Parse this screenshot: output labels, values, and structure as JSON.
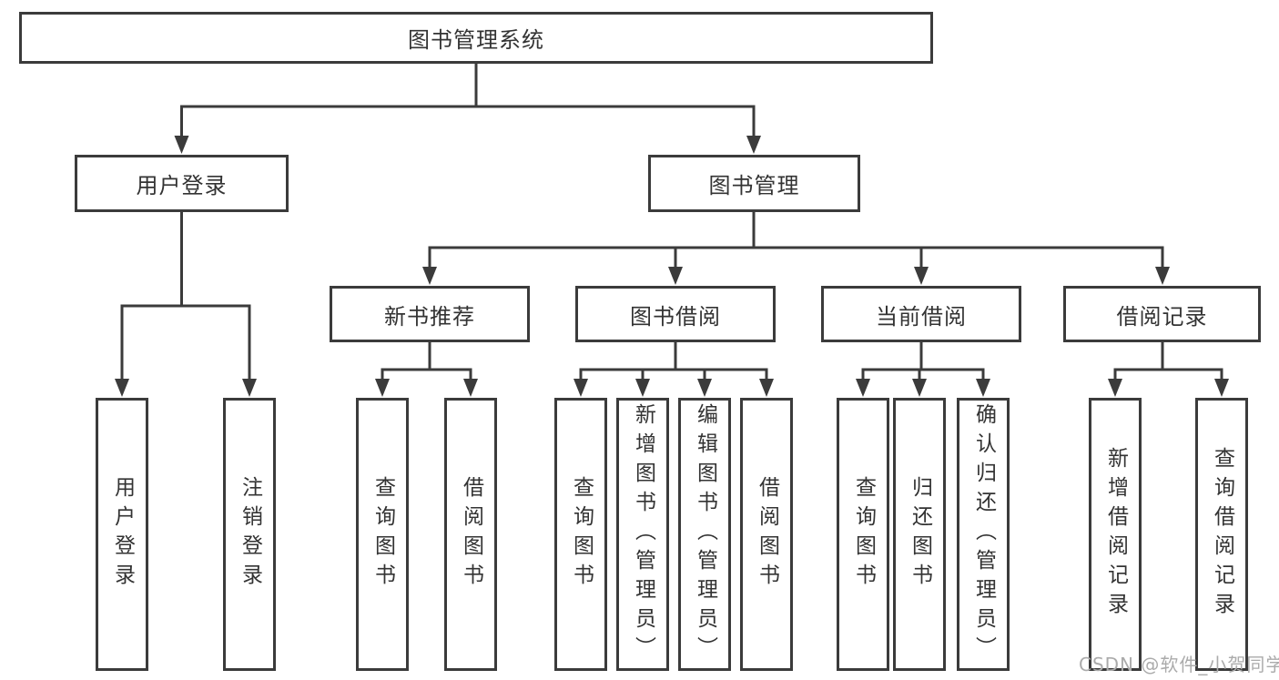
{
  "tree": {
    "root": {
      "label": "图书管理系统"
    },
    "user_login": {
      "label": "用户登录",
      "children": [
        {
          "label": "用户登录"
        },
        {
          "label": "注销登录"
        }
      ]
    },
    "book_mgmt": {
      "label": "图书管理",
      "sections": [
        {
          "label": "新书推荐",
          "children": [
            {
              "label": "查询图书"
            },
            {
              "label": "借阅图书"
            }
          ]
        },
        {
          "label": "图书借阅",
          "children": [
            {
              "label": "查询图书"
            },
            {
              "label": "新增图书（管理员）"
            },
            {
              "label": "编辑图书（管理员）"
            },
            {
              "label": "借阅图书"
            }
          ]
        },
        {
          "label": "当前借阅",
          "children": [
            {
              "label": "查询图书"
            },
            {
              "label": "归还图书"
            },
            {
              "label": "确认归还（管理员）"
            }
          ]
        },
        {
          "label": "借阅记录",
          "children": [
            {
              "label": "新增借阅记录"
            },
            {
              "label": "查询借阅记录"
            }
          ]
        }
      ]
    }
  },
  "watermark": {
    "text": "CSDN @软件_小贺同学"
  },
  "colors": {
    "line": "#3b3b3b",
    "box_border": "#3b3b3b",
    "text": "#333333",
    "background": "#ffffff",
    "watermark": "#ababab"
  }
}
